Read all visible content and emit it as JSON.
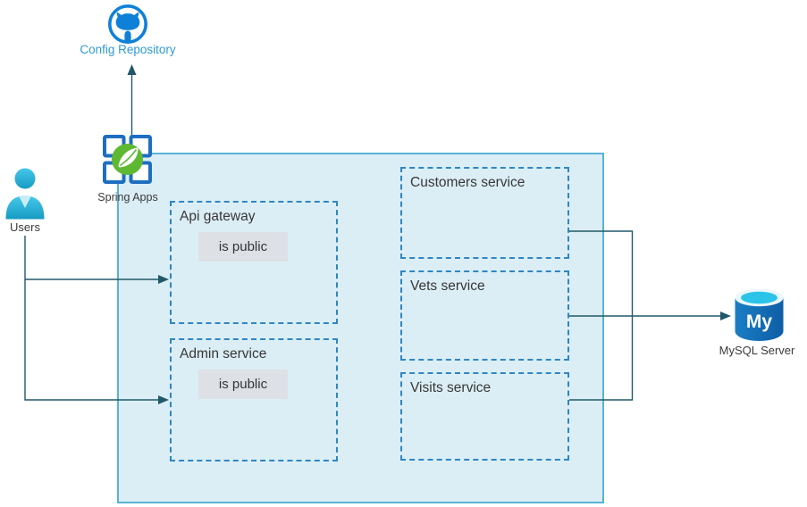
{
  "diagram": {
    "nodes": {
      "config_repository": {
        "label": "Config Repository"
      },
      "spring_apps": {
        "label": "Spring Apps"
      },
      "users": {
        "label": "Users"
      },
      "api_gateway": {
        "title": "Api gateway",
        "badge": "is public"
      },
      "admin_service": {
        "title": "Admin service",
        "badge": "is public"
      },
      "customers_service": {
        "title": "Customers service"
      },
      "vets_service": {
        "title": "Vets service"
      },
      "visits_service": {
        "title": "Visits service"
      },
      "mysql": {
        "label": "MySQL Server",
        "icon_text": "My"
      }
    },
    "colors": {
      "container_fill": "#dbeef5",
      "container_border": "#57b3d7",
      "dashed_border": "#2e86c5",
      "badge_bg": "#dde1e6",
      "connector_line": "#21586a",
      "blue_label_text": "#2e9ad6",
      "github_blue": "#0f80d7",
      "spring_square_blue": "#1e6ec2",
      "spring_green": "#5fb832",
      "users_cyan": "#2ab1d8",
      "mysql_body_blue": "#1268b3",
      "mysql_top_cyan": "#2bc4e8"
    }
  }
}
